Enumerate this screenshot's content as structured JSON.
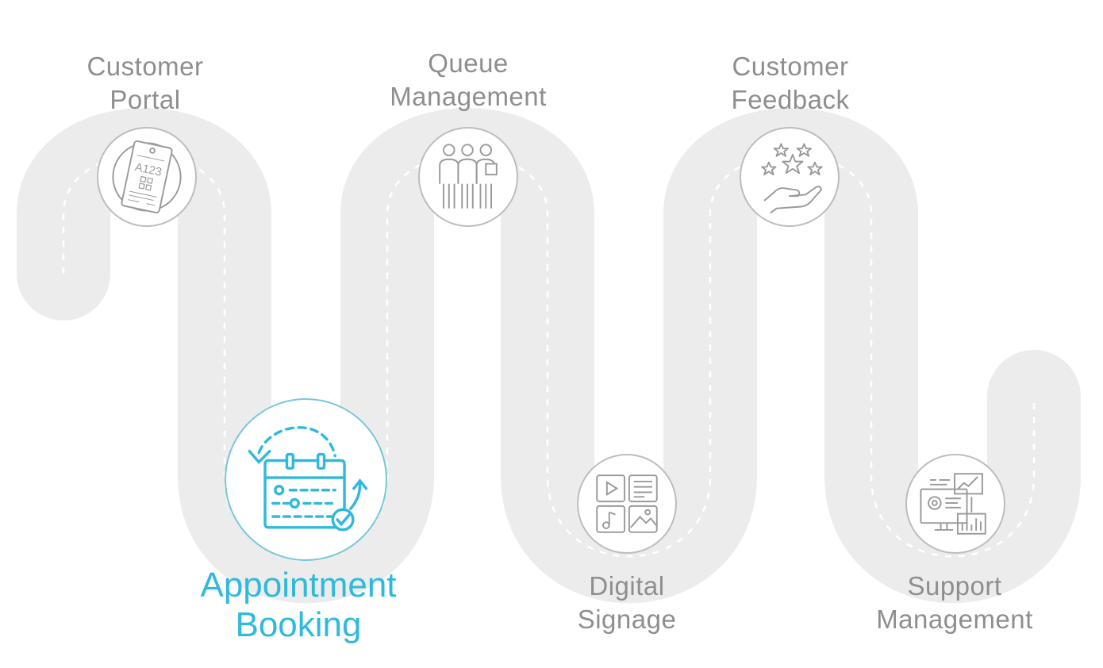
{
  "steps": [
    {
      "line1": "Customer",
      "line2": "Portal",
      "icon": "ticket-icon",
      "ticket_code": "A123",
      "active": false
    },
    {
      "line1": "Appointment",
      "line2": "Booking",
      "icon": "calendar-icon",
      "active": true
    },
    {
      "line1": "Queue",
      "line2": "Management",
      "icon": "people-queue-icon",
      "active": false
    },
    {
      "line1": "Digital",
      "line2": "Signage",
      "icon": "media-grid-icon",
      "active": false
    },
    {
      "line1": "Customer",
      "line2": "Feedback",
      "icon": "stars-hand-icon",
      "active": false
    },
    {
      "line1": "Support",
      "line2": "Management",
      "icon": "dashboard-icon",
      "active": false
    }
  ],
  "colors": {
    "road": "#ececec",
    "dash": "#ffffff",
    "text": "#8e8e8e",
    "accent": "#2fb9dc",
    "icon": "#9a9a9a",
    "node_border": "#bdbdbd"
  }
}
